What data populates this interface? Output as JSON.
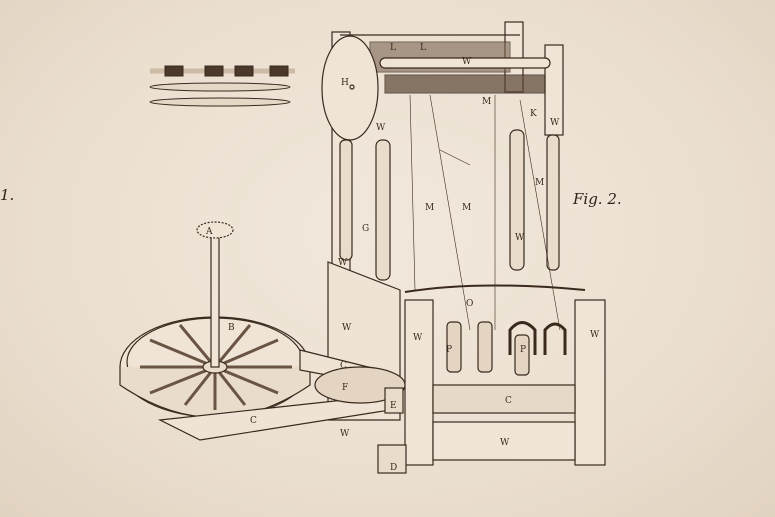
{
  "illustration": {
    "subject": "engraving of a spinning water frame with large horizontal drive wheel",
    "caption_right": "Fig. 2.",
    "caption_left_partial": "1.",
    "colors": {
      "paper": "#ece1d3",
      "ink": "#3a2a1e"
    }
  },
  "labels": {
    "A": "A",
    "B": "B",
    "C": "C",
    "D": "D",
    "E": "E",
    "F": "F",
    "G": "G",
    "H": "H",
    "K": "K",
    "L": "L",
    "M": "M",
    "O": "O",
    "P": "P",
    "W": "W"
  },
  "bobbin_detail": {
    "rows": 3
  }
}
